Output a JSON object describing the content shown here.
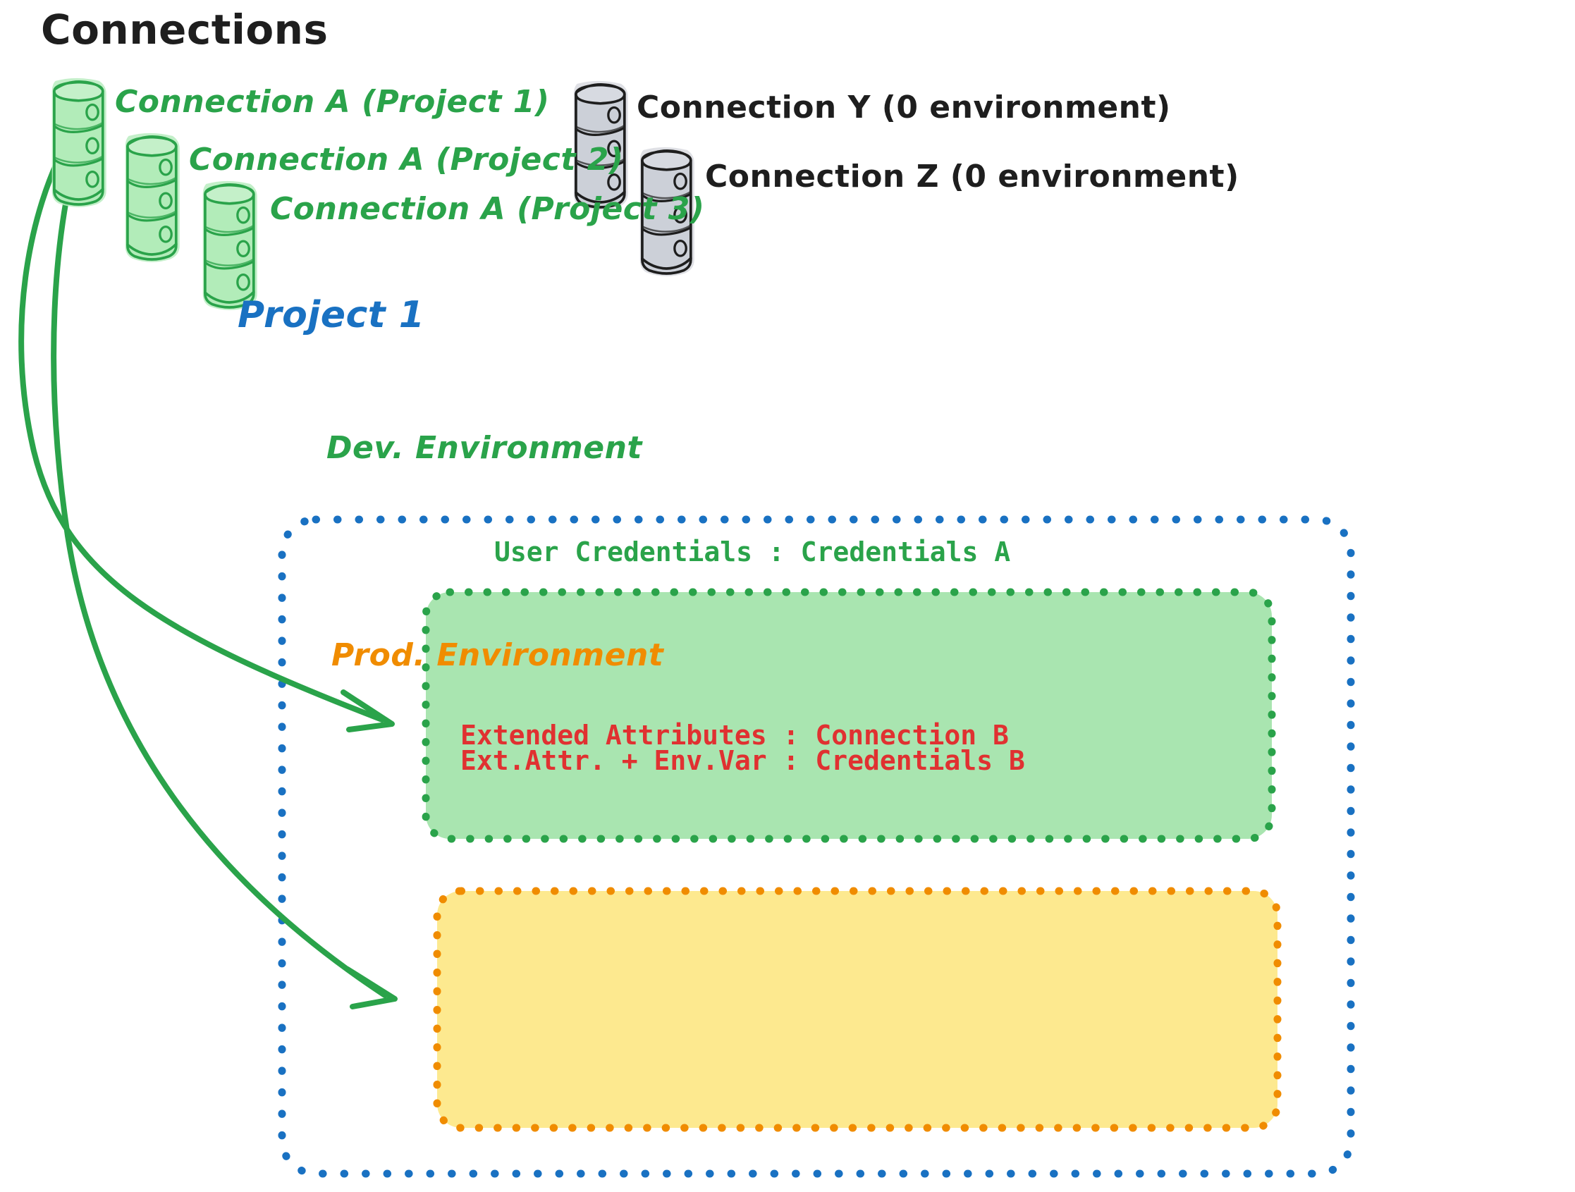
{
  "diagram": {
    "title": "Connections",
    "connections": {
      "green": [
        {
          "label": "Connection A (Project 1)",
          "color": "#2aa34a",
          "icon": "database-cylinder-icon"
        },
        {
          "label": "Connection A (Project 2)",
          "color": "#2aa34a",
          "icon": "database-cylinder-icon"
        },
        {
          "label": "Connection A (Project 3)",
          "color": "#2aa34a",
          "icon": "database-cylinder-icon"
        }
      ],
      "gray": [
        {
          "label": "Connection Y (0 environment)",
          "color": "#1e1e1e",
          "icon": "database-cylinder-icon"
        },
        {
          "label": "Connection Z (0 environment)",
          "color": "#1e1e1e",
          "icon": "database-cylinder-icon"
        }
      ]
    },
    "project": {
      "title": "Project 1",
      "border_color": "#1971c2",
      "environments": [
        {
          "name": "Dev. Environment",
          "fill": "#A9E5B0",
          "border_color": "#2aa34a",
          "text_color": "#2aa34a",
          "entries": [
            {
              "text": "User Credentials : Credentials A",
              "color": "#2aa34a"
            }
          ]
        },
        {
          "name": "Prod. Environment",
          "fill": "#FDE98F",
          "border_color": "#f08c00",
          "text_color": "#f08c00",
          "entries": [
            {
              "text": "Extended Attributes : Connection B",
              "color": "#e03131"
            },
            {
              "text": "Ext.Attr. + Env.Var : Credentials B",
              "color": "#e03131"
            }
          ]
        }
      ]
    },
    "arrows": [
      {
        "from": "Connection A (Project 1)",
        "to": "Dev. Environment",
        "color": "#2aa34a"
      },
      {
        "from": "Connection A (Project 1)",
        "to": "Prod. Environment",
        "color": "#2aa34a"
      }
    ]
  }
}
